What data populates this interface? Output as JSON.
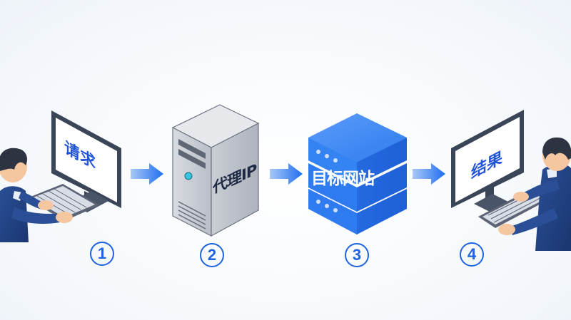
{
  "diagram": {
    "title": "",
    "steps": [
      {
        "number": "1",
        "label": "请求",
        "role": "user-request"
      },
      {
        "number": "2",
        "label": "代理IP",
        "role": "proxy-server"
      },
      {
        "number": "3",
        "label": "目标网站",
        "role": "target-website"
      },
      {
        "number": "4",
        "label": "结果",
        "role": "result"
      }
    ],
    "arrows": [
      {
        "from": "1",
        "to": "2"
      },
      {
        "from": "2",
        "to": "3"
      },
      {
        "from": "3",
        "to": "4"
      }
    ]
  },
  "colors": {
    "accent_blue": "#1f63e0",
    "arrow_blue_start": "#8fb6f5",
    "arrow_blue_end": "#1f6ef0",
    "server_gray": "#c8ccd3",
    "website_blue": "#2f7cf0",
    "monitor_frame": "#3b4558",
    "shirt_navy": "#1f3f7f",
    "skin": "#f4c7a1",
    "hair": "#2d3340"
  }
}
